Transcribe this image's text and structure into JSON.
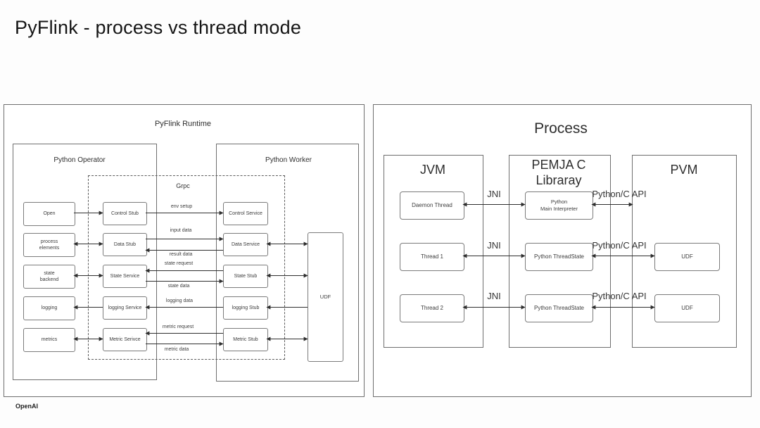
{
  "slide": {
    "title": "PyFlink - process vs thread mode",
    "brand": "OpenAI"
  },
  "runtime_panel": {
    "title": "PyFlink Runtime",
    "operator_title": "Python Operator",
    "worker_title": "Python Worker",
    "grpc_title": "Grpc",
    "udf_label": "UDF",
    "operator_boxes": [
      {
        "label": "Open"
      },
      {
        "label": "process\nelements"
      },
      {
        "label": "state\nbackend"
      },
      {
        "label": "logging"
      },
      {
        "label": "metrics"
      }
    ],
    "stub_boxes": [
      {
        "label": "Control Stub"
      },
      {
        "label": "Data Stub"
      },
      {
        "label": "State Service"
      },
      {
        "label": "logging Service"
      },
      {
        "label": "Metric Serivce"
      }
    ],
    "service_boxes": [
      {
        "label": "Control Service"
      },
      {
        "label": "Data Service"
      },
      {
        "label": "State Stub"
      },
      {
        "label": "logging Stub"
      },
      {
        "label": "Metric Stub"
      }
    ],
    "edge_labels": {
      "env_setup": "env setup",
      "input_data": "input data",
      "result_data": "result data",
      "state_request": "state request",
      "state_data": "state data",
      "logging_data": "logging data",
      "metric_request": "metric request",
      "metric_data": "metric data"
    }
  },
  "process_panel": {
    "title": "Process",
    "jvm": {
      "title": "JVM",
      "boxes": [
        {
          "label": "Daemon Thread"
        },
        {
          "label": "Thread 1"
        },
        {
          "label": "Thread 2"
        }
      ]
    },
    "pemja": {
      "title": "PEMJA C\nLibraray",
      "boxes": [
        {
          "label": "Python\nMain Interpreter"
        },
        {
          "label": "Python ThreadState"
        },
        {
          "label": "Python ThreadState"
        }
      ]
    },
    "pvm": {
      "title": "PVM",
      "boxes": [
        {
          "label": "UDF"
        },
        {
          "label": "UDF"
        }
      ]
    },
    "edge_labels": {
      "jni": "JNI",
      "api": "Python/C API"
    }
  }
}
